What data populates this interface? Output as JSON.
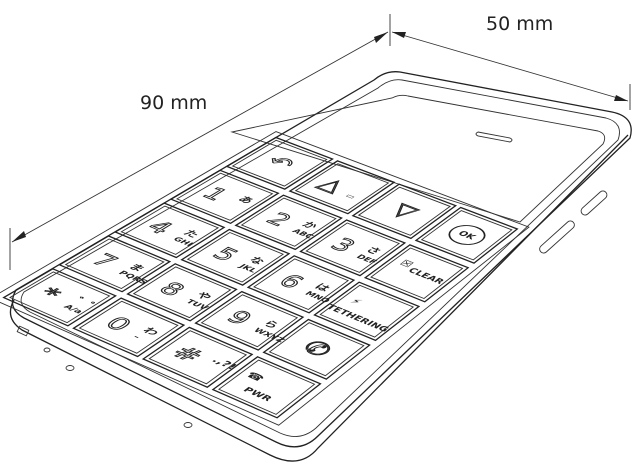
{
  "dimensions": {
    "length_label": "90 mm",
    "width_label": "50 mm"
  },
  "keypad": {
    "rows": [
      [
        {
          "name": "back-key",
          "main": "↶",
          "icon": "back-arrow-icon"
        },
        {
          "name": "up-key",
          "main": "△",
          "sub": "▭",
          "icon": "up-triangle-icon"
        },
        {
          "name": "down-key",
          "main": "▽",
          "icon": "down-triangle-icon"
        },
        {
          "name": "ok-key",
          "main": "OK",
          "icon": "ok-circle"
        }
      ],
      [
        {
          "name": "key-1",
          "main": "1",
          "kana": "あ"
        },
        {
          "name": "key-2",
          "main": "2",
          "kana": "か",
          "sub": "ABC"
        },
        {
          "name": "key-3",
          "main": "3",
          "kana": "さ",
          "sub": "DEF"
        },
        {
          "name": "clear-key",
          "word": "CLEAR",
          "icon": "clear-box-icon",
          "main": "☒"
        }
      ],
      [
        {
          "name": "key-4",
          "main": "4",
          "kana": "た",
          "sub": "GHI"
        },
        {
          "name": "key-5",
          "main": "5",
          "kana": "な",
          "sub": "JKL"
        },
        {
          "name": "key-6",
          "main": "6",
          "kana": "は",
          "sub": "MNO"
        },
        {
          "name": "tethering-key",
          "word": "TETHERING",
          "icon": "tethering-icon",
          "main": "⚡"
        }
      ],
      [
        {
          "name": "key-7",
          "main": "7",
          "kana": "ま",
          "sub": "PQRS"
        },
        {
          "name": "key-8",
          "main": "8",
          "kana": "や",
          "sub": "TUV"
        },
        {
          "name": "key-9",
          "main": "9",
          "kana": "ら",
          "sub": "WXYZ"
        },
        {
          "name": "call-key",
          "main": "✆",
          "icon": "phone-handset-icon"
        }
      ],
      [
        {
          "name": "key-star",
          "main": "*",
          "kana": "゛゜",
          "sub": "A/a"
        },
        {
          "name": "key-0",
          "main": "0",
          "kana": "わ",
          "sub": "–"
        },
        {
          "name": "key-hash",
          "main": "#",
          "kana": ".,?!"
        },
        {
          "name": "power-key",
          "main": "☎",
          "word": "PWR",
          "icon": "end-call-icon"
        }
      ]
    ]
  }
}
